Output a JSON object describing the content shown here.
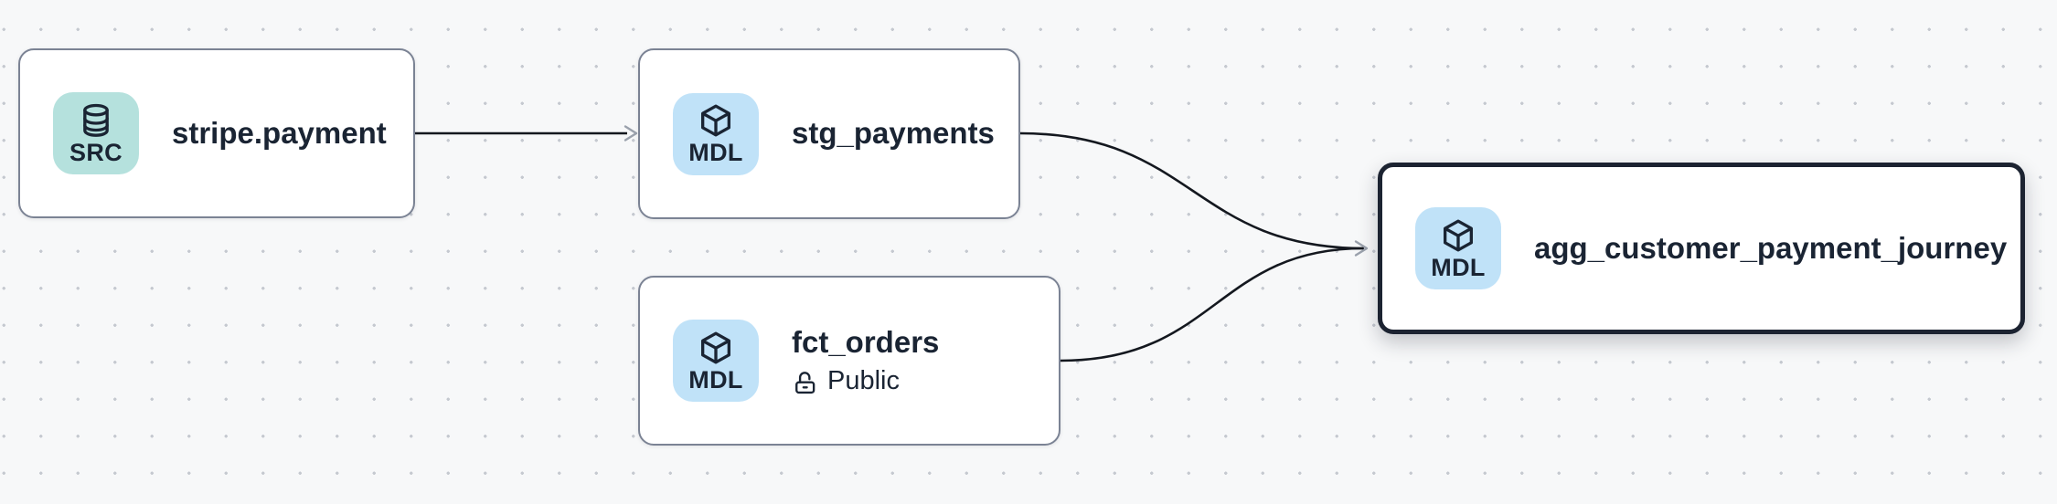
{
  "canvas": {
    "background_color": "#f7f8f9",
    "dot_grid_color": "#c5c9d0"
  },
  "colors": {
    "node_background": "#ffffff",
    "node_border": "#7b8394",
    "selected_node_border": "#1c2331",
    "edge": "#14181f",
    "arrowhead": "#9aa1ac",
    "text": "#1a2433",
    "source_badge_background": "#b5e1dd",
    "model_badge_background": "#c0e2f8"
  },
  "nodes": [
    {
      "title": "stripe.payment",
      "badge": "SRC",
      "type": "source",
      "icon": "database-icon",
      "selected": false
    },
    {
      "title": "stg_payments",
      "badge": "MDL",
      "type": "model",
      "icon": "cube-icon",
      "selected": false
    },
    {
      "title": "fct_orders",
      "badge": "MDL",
      "type": "model",
      "icon": "cube-icon",
      "access_label": "Public",
      "access_icon": "lock-open-icon",
      "selected": false
    },
    {
      "title": "agg_customer_payment_journey",
      "badge": "MDL",
      "type": "model",
      "icon": "cube-icon",
      "selected": true
    }
  ],
  "edges": [
    {
      "from": "stripe.payment",
      "to": "stg_payments"
    },
    {
      "from": "stg_payments",
      "to": "agg_customer_payment_journey"
    },
    {
      "from": "fct_orders",
      "to": "agg_customer_payment_journey"
    }
  ]
}
